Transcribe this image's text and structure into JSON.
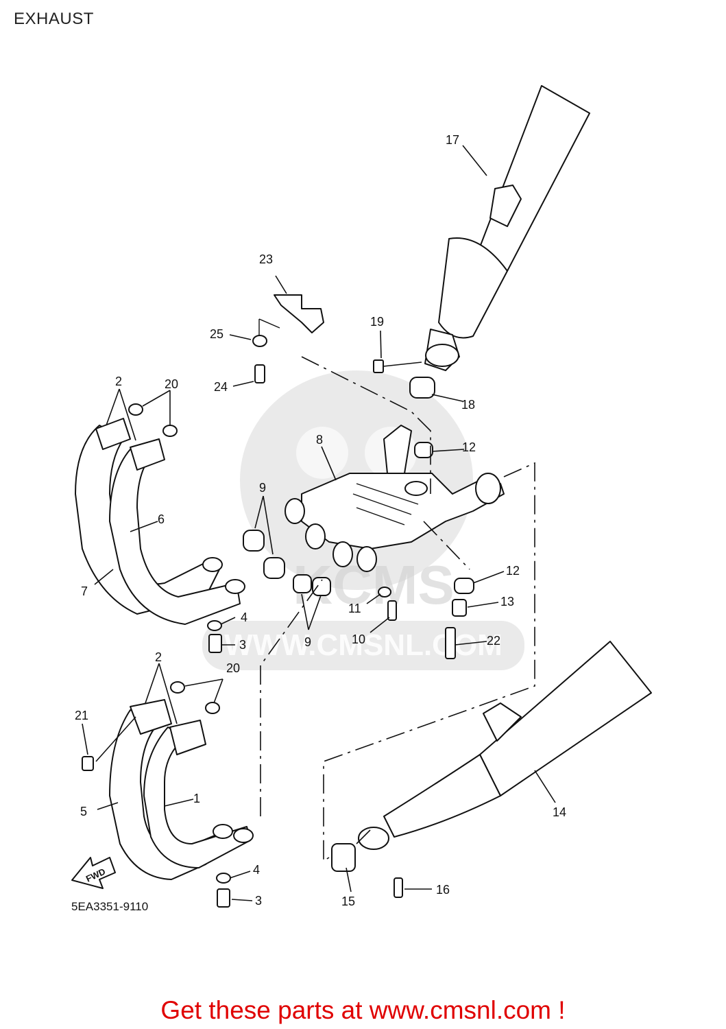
{
  "page": {
    "title": "EXHAUST",
    "diagram_code": "5EA3351-9110",
    "footer_text": "Get these parts at www.cmsnl.com !",
    "watermark_text": "WWW.CMSNL.COM",
    "fwd_label": "FWD",
    "footer_color": "#e00000"
  },
  "callouts": {
    "c1": "1",
    "c2a": "2",
    "c2b": "2",
    "c3a": "3",
    "c3b": "3",
    "c4a": "4",
    "c4b": "4",
    "c5": "5",
    "c6": "6",
    "c7": "7",
    "c8": "8",
    "c9a": "9",
    "c9b": "9",
    "c10": "10",
    "c11": "11",
    "c12a": "12",
    "c12b": "12",
    "c13": "13",
    "c14": "14",
    "c15": "15",
    "c16": "16",
    "c17": "17",
    "c18": "18",
    "c19": "19",
    "c20a": "20",
    "c20b": "20",
    "c21": "21",
    "c22": "22",
    "c23": "23",
    "c24": "24",
    "c25": "25"
  }
}
